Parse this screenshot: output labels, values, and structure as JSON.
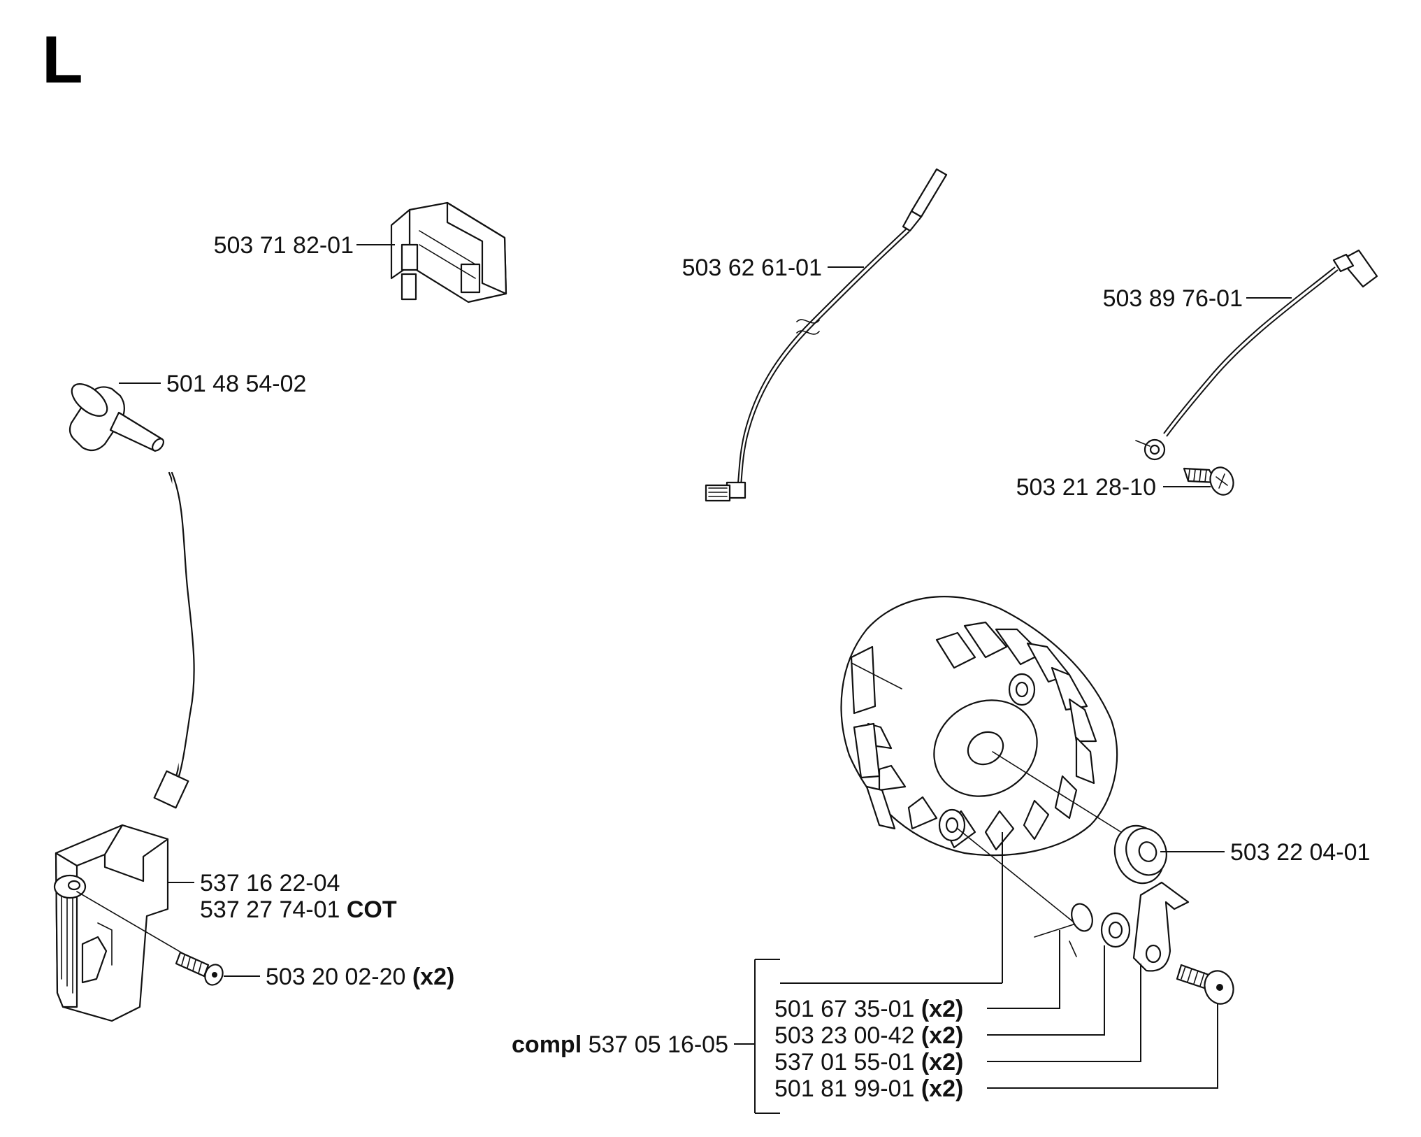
{
  "section_letter": "L",
  "parts": {
    "switch": {
      "part_no": "503 71 82-01"
    },
    "spark_plug_cap": {
      "part_no": "501 48 54-02"
    },
    "wire_short": {
      "part_no": "503 62 61-01"
    },
    "wire_ground": {
      "part_no": "503 89 76-01"
    },
    "ground_screw": {
      "part_no": "503 21 28-10"
    },
    "ignition_module": {
      "part_no": "537 16 22-04",
      "alt_part_no": "537 27 74-01",
      "alt_suffix": "COT"
    },
    "module_screw": {
      "part_no": "503 20 02-20",
      "qty": "(x2)"
    },
    "flywheel_nut": {
      "part_no": "503 22 04-01"
    },
    "flywheel_compl": {
      "prefix": "compl",
      "part_no": "537 05 16-05"
    },
    "spring": {
      "part_no": "501 67 35-01",
      "qty": "(x2)"
    },
    "washer": {
      "part_no": "503 23 00-42",
      "qty": "(x2)"
    },
    "pawl": {
      "part_no": "537 01 55-01",
      "qty": "(x2)"
    },
    "pawl_screw": {
      "part_no": "501 81 99-01",
      "qty": "(x2)"
    }
  }
}
